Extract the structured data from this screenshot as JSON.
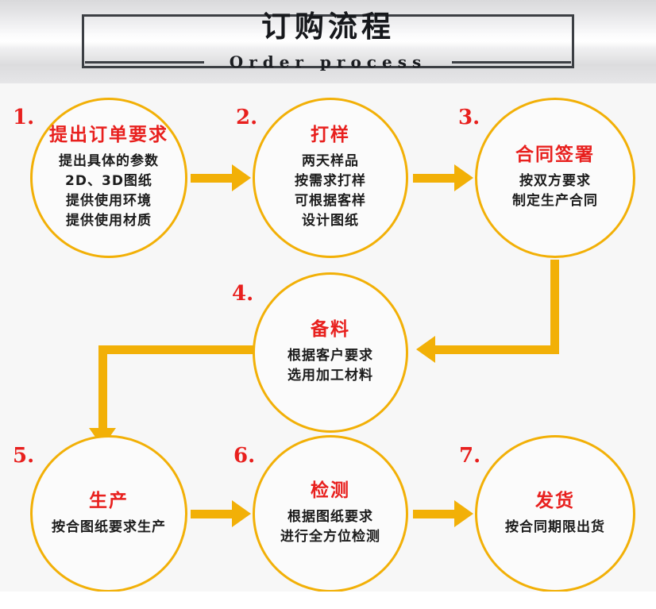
{
  "header": {
    "title": "订购流程",
    "subtitle": "Order process"
  },
  "colors": {
    "accent": "#f2b007",
    "title_red": "#e8201e",
    "body_text": "#1c1c1c",
    "frame": "#3c3f44",
    "background": "#f7f7f7"
  },
  "flow": {
    "nodes": [
      {
        "number": "1.",
        "title": "提出订单要求",
        "lines": [
          "提出具体的参数",
          "2D、3D图纸",
          "提供使用环境",
          "提供使用材质"
        ]
      },
      {
        "number": "2.",
        "title": "打样",
        "lines": [
          "两天样品",
          "按需求打样",
          "可根据客样",
          "设计图纸"
        ]
      },
      {
        "number": "3.",
        "title": "合同签署",
        "lines": [
          "按双方要求",
          "制定生产合同"
        ]
      },
      {
        "number": "4.",
        "title": "备料",
        "lines": [
          "根据客户要求",
          "选用加工材料"
        ]
      },
      {
        "number": "5.",
        "title": "生产",
        "lines": [
          "按合图纸要求生产"
        ]
      },
      {
        "number": "6.",
        "title": "检测",
        "lines": [
          "根据图纸要求",
          "进行全方位检测"
        ]
      },
      {
        "number": "7.",
        "title": "发货",
        "lines": [
          "按合同期限出货"
        ]
      }
    ],
    "connectors": [
      {
        "from": "1",
        "to": "2",
        "direction": "right"
      },
      {
        "from": "2",
        "to": "3",
        "direction": "right"
      },
      {
        "from": "3",
        "to": "4",
        "direction": "down-left"
      },
      {
        "from": "4",
        "to": "5",
        "direction": "left-down"
      },
      {
        "from": "5",
        "to": "6",
        "direction": "right"
      },
      {
        "from": "6",
        "to": "7",
        "direction": "right"
      }
    ]
  }
}
